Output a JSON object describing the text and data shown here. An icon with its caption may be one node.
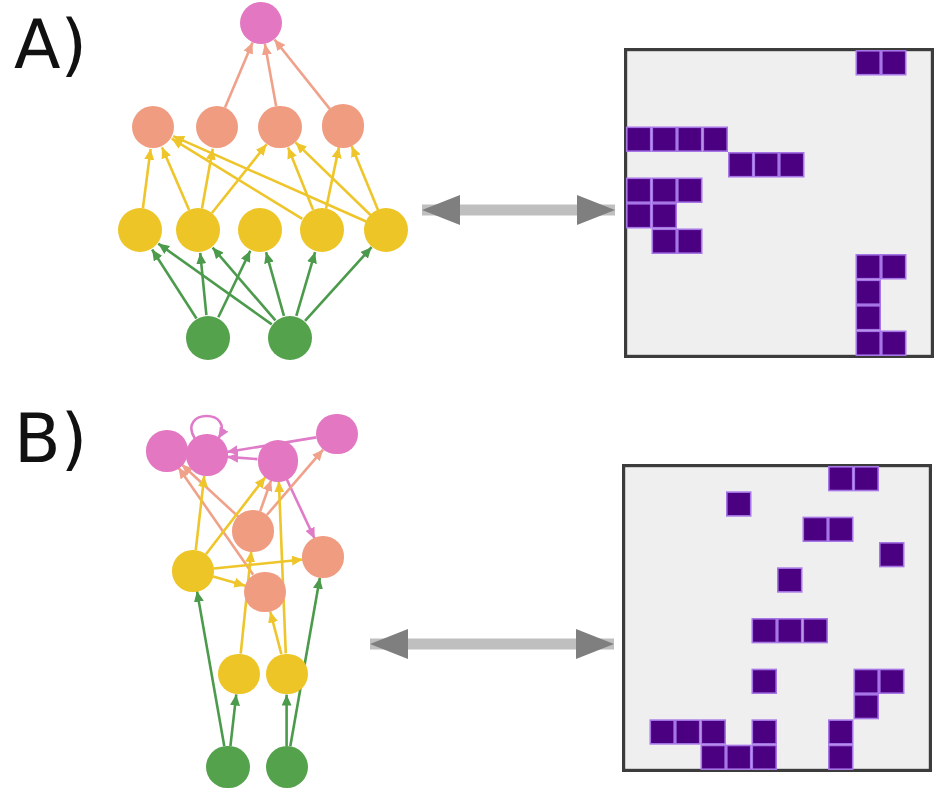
{
  "diagram": {
    "nodes": [
      {
        "text": [],
        "shape": "picture"
      },
      {
        "text": [],
        "shape": "circle",
        "in": 0
      },
      {
        "text": [],
        "shape": "circle",
        "in": 0
      },
      {
        "text": [],
        "shape": "circle",
        "in": 0
      },
      {
        "text": [],
        "shape": "circle",
        "in": 0
      },
      {
        "text": [],
        "shape": "circle",
        "in": 0
      },
      {
        "text": [],
        "shape": "circle",
        "in": 0
      },
      {
        "text": [],
        "shape": "circle",
        "in": 0
      },
      {
        "text": [],
        "shape": "circle",
        "in": 0
      },
      {
        "text": [],
        "shape": "circle",
        "in": 0
      },
      {
        "text": [],
        "shape": "circle",
        "in": 0
      },
      {
        "text": [],
        "shape": "circle",
        "in": 0
      },
      {
        "text": [],
        "shape": "circle",
        "in": 0
      },
      {
        "text": [],
        "shape": "grid"
      },
      {
        "text": [],
        "shape": "picture"
      },
      {
        "text": [],
        "shape": "circle",
        "in": 14
      },
      {
        "text": [],
        "shape": "circle",
        "in": 14
      },
      {
        "text": [],
        "shape": "circle",
        "in": 14
      },
      {
        "text": [],
        "shape": "circle",
        "in": 14
      },
      {
        "text": [],
        "shape": "circle",
        "in": 14
      },
      {
        "text": [],
        "shape": "circle",
        "in": 14
      },
      {
        "text": [],
        "shape": "circle",
        "in": 14
      },
      {
        "text": [],
        "shape": "circle",
        "in": 14
      },
      {
        "text": [],
        "shape": "circle",
        "in": 14
      },
      {
        "text": [],
        "shape": "circle",
        "in": 14
      },
      {
        "text": [],
        "shape": "circle",
        "in": 14
      },
      {
        "text": [],
        "shape": "circle",
        "in": 14
      },
      {
        "text": [],
        "shape": "grid"
      }
    ],
    "edges": [
      {
        "from": 3,
        "to": 1,
        "arrow": "to",
        "color": "#f0a18a"
      },
      {
        "from": 4,
        "to": 1,
        "arrow": "to",
        "color": "#f0a18a"
      },
      {
        "from": 5,
        "to": 1,
        "arrow": "to",
        "color": "#f0a18a"
      },
      {
        "from": 6,
        "to": 2,
        "arrow": "to"
      },
      {
        "from": 7,
        "to": 2,
        "arrow": "to"
      },
      {
        "from": 9,
        "to": 2,
        "arrow": "to"
      },
      {
        "from": 10,
        "to": 2,
        "arrow": "to"
      },
      {
        "from": 7,
        "to": 3,
        "arrow": "to"
      },
      {
        "from": 7,
        "to": 4,
        "arrow": "to"
      },
      {
        "from": 9,
        "to": 4,
        "arrow": "to"
      },
      {
        "from": 10,
        "to": 4,
        "arrow": "to"
      },
      {
        "from": 9,
        "to": 5,
        "arrow": "to"
      },
      {
        "from": 10,
        "to": 5,
        "arrow": "to"
      },
      {
        "from": 11,
        "to": 6,
        "arrow": "to",
        "color": "#4c9a4c"
      },
      {
        "from": 11,
        "to": 7,
        "arrow": "to",
        "color": "#4c9a4c"
      },
      {
        "from": 11,
        "to": 8,
        "arrow": "to",
        "color": "#4c9a4c"
      },
      {
        "from": 12,
        "to": 6,
        "arrow": "to",
        "color": "#4c9a4c"
      },
      {
        "from": 12,
        "to": 7,
        "arrow": "to",
        "color": "#4c9a4c"
      },
      {
        "from": 12,
        "to": 8,
        "arrow": "to",
        "color": "#4c9a4c"
      },
      {
        "from": 12,
        "to": 9,
        "arrow": "to",
        "color": "#4c9a4c"
      },
      {
        "from": 12,
        "to": 10,
        "arrow": "to",
        "color": "#4c9a4c"
      },
      {
        "from": 0,
        "to": 13,
        "arrow": "both",
        "style": "thick",
        "color": "#7f7f7f"
      },
      {
        "from": 16,
        "to": 16,
        "arrow": "to",
        "color": "#e07bc8"
      },
      {
        "from": 17,
        "to": 16,
        "arrow": "to",
        "color": "#e07bc8"
      },
      {
        "from": 18,
        "to": 16,
        "arrow": "to",
        "color": "#e07bc8"
      },
      {
        "from": 17,
        "to": 21,
        "arrow": "to",
        "color": "#e07bc8"
      },
      {
        "from": 19,
        "to": 15,
        "arrow": "to",
        "color": "#f0a18a"
      },
      {
        "from": 20,
        "to": 15,
        "arrow": "to",
        "color": "#f0a18a"
      },
      {
        "from": 19,
        "to": 17,
        "arrow": "to",
        "color": "#f0a18a"
      },
      {
        "from": 19,
        "to": 18,
        "arrow": "to",
        "color": "#f0a18a"
      },
      {
        "from": 22,
        "to": 16,
        "arrow": "to"
      },
      {
        "from": 22,
        "to": 17,
        "arrow": "to"
      },
      {
        "from": 22,
        "to": 20,
        "arrow": "to"
      },
      {
        "from": 22,
        "to": 21,
        "arrow": "to"
      },
      {
        "from": 23,
        "to": 19,
        "arrow": "to"
      },
      {
        "from": 24,
        "to": 17,
        "arrow": "to"
      },
      {
        "from": 24,
        "to": 20,
        "arrow": "to"
      },
      {
        "from": 25,
        "to": 22,
        "arrow": "to",
        "color": "#4c9a4c"
      },
      {
        "from": 25,
        "to": 23,
        "arrow": "to",
        "color": "#4c9a4c"
      },
      {
        "from": 26,
        "to": 24,
        "arrow": "to",
        "color": "#4c9a4c"
      },
      {
        "from": 26,
        "to": 21,
        "arrow": "to",
        "color": "#4c9a4c"
      },
      {
        "from": 14,
        "to": 27,
        "arrow": "both",
        "style": "thick",
        "color": "#7f7f7f"
      }
    ],
    "labels": [
      "A)",
      "B)"
    ]
  }
}
